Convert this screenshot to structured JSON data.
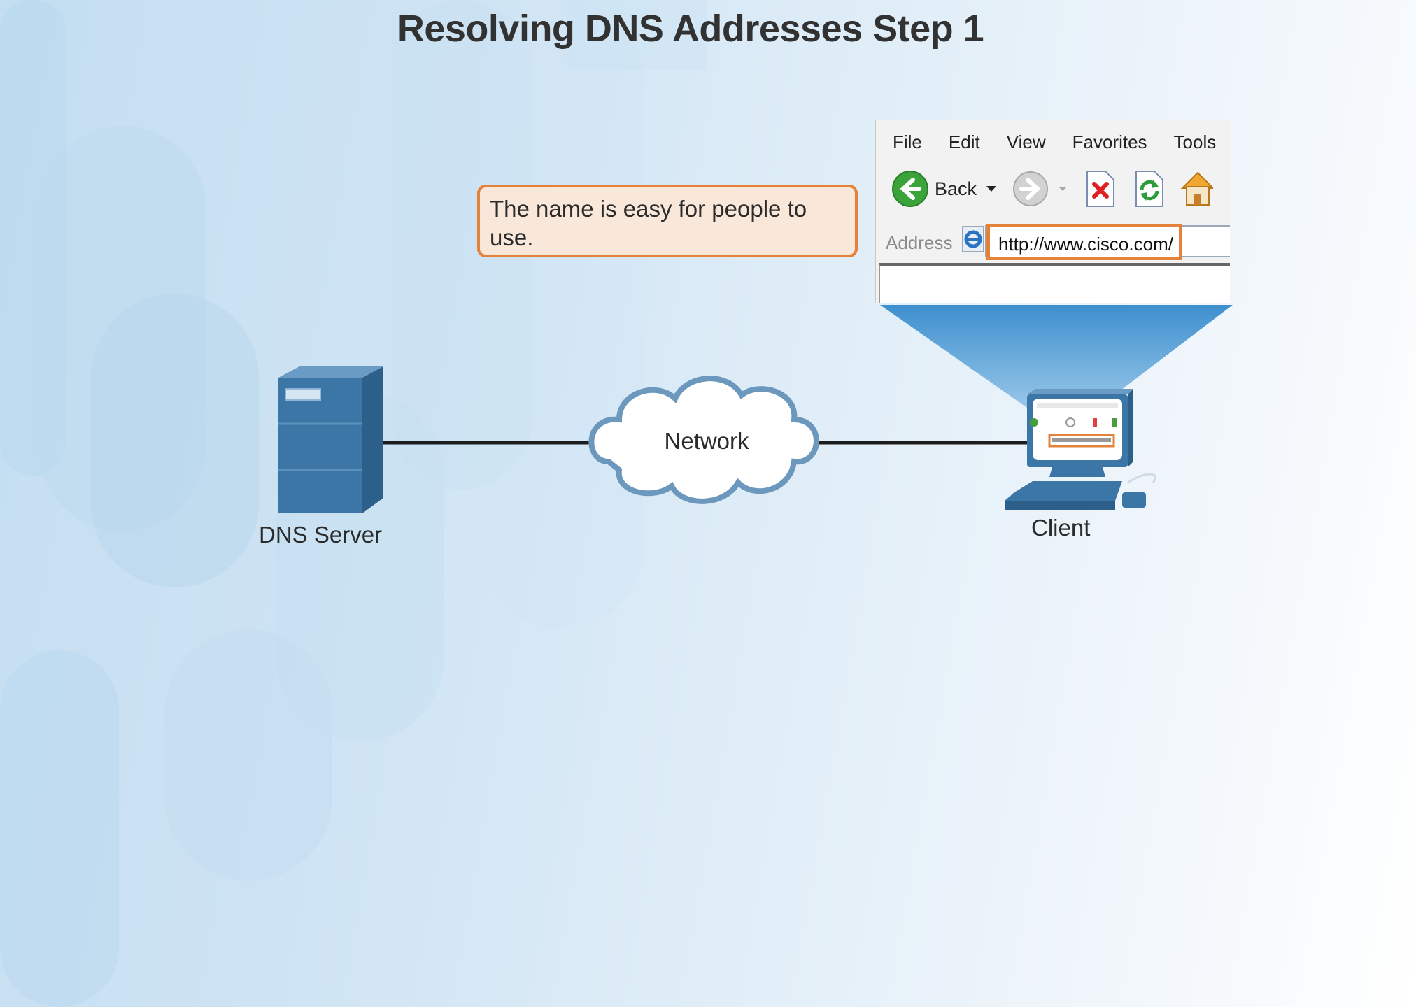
{
  "title": "Resolving DNS Addresses Step 1",
  "callout": {
    "text": "The name is easy for people to use."
  },
  "browser": {
    "menu": [
      "File",
      "Edit",
      "View",
      "Favorites",
      "Tools"
    ],
    "back_label": "Back",
    "address_label": "Address",
    "url": "http://www.cisco.com/"
  },
  "nodes": {
    "server_label": "DNS Server",
    "cloud_label": "Network",
    "client_label": "Client"
  },
  "colors": {
    "accent_orange": "#e5823a",
    "device_blue": "#3b76a6",
    "callout_fill": "#f9e7da"
  }
}
